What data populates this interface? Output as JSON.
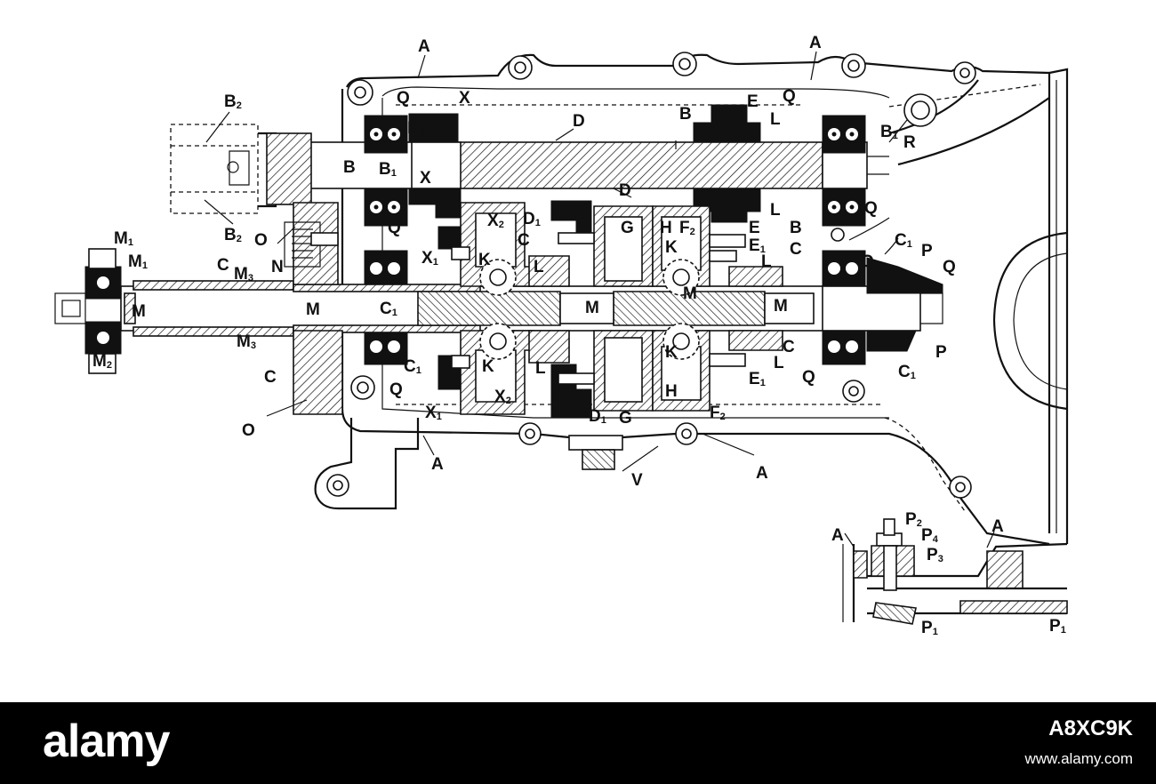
{
  "labels": [
    {
      "t": "A",
      "s": ""
    },
    {
      "t": "A",
      "s": ""
    },
    {
      "t": "A",
      "s": ""
    },
    {
      "t": "A",
      "s": ""
    },
    {
      "t": "A",
      "s": ""
    },
    {
      "t": "A",
      "s": ""
    },
    {
      "t": "B",
      "s": "2"
    },
    {
      "t": "B",
      "s": "2"
    },
    {
      "t": "B",
      "s": ""
    },
    {
      "t": "B",
      "s": "1"
    },
    {
      "t": "B",
      "s": "1"
    },
    {
      "t": "B",
      "s": ""
    },
    {
      "t": "B",
      "s": ""
    },
    {
      "t": "B",
      "s": "1"
    },
    {
      "t": "Q",
      "s": ""
    },
    {
      "t": "Q",
      "s": ""
    },
    {
      "t": "Q",
      "s": ""
    },
    {
      "t": "Q",
      "s": ""
    },
    {
      "t": "Q",
      "s": ""
    },
    {
      "t": "Q",
      "s": ""
    },
    {
      "t": "Q",
      "s": ""
    },
    {
      "t": "Q",
      "s": ""
    },
    {
      "t": "X",
      "s": ""
    },
    {
      "t": "X",
      "s": ""
    },
    {
      "t": "X",
      "s": "1"
    },
    {
      "t": "X",
      "s": "1"
    },
    {
      "t": "X",
      "s": "2"
    },
    {
      "t": "X",
      "s": "2"
    },
    {
      "t": "D",
      "s": ""
    },
    {
      "t": "D",
      "s": ""
    },
    {
      "t": "D",
      "s": "1"
    },
    {
      "t": "D",
      "s": "1"
    },
    {
      "t": "E",
      "s": ""
    },
    {
      "t": "E",
      "s": ""
    },
    {
      "t": "E",
      "s": "1"
    },
    {
      "t": "E",
      "s": "1"
    },
    {
      "t": "L",
      "s": ""
    },
    {
      "t": "L",
      "s": ""
    },
    {
      "t": "L",
      "s": ""
    },
    {
      "t": "L",
      "s": ""
    },
    {
      "t": "L",
      "s": ""
    },
    {
      "t": "L",
      "s": ""
    },
    {
      "t": "R",
      "s": ""
    },
    {
      "t": "C",
      "s": ""
    },
    {
      "t": "C",
      "s": ""
    },
    {
      "t": "C",
      "s": ""
    },
    {
      "t": "C",
      "s": ""
    },
    {
      "t": "C",
      "s": ""
    },
    {
      "t": "C",
      "s": "1"
    },
    {
      "t": "C",
      "s": "1"
    },
    {
      "t": "C",
      "s": "1"
    },
    {
      "t": "C",
      "s": "1"
    },
    {
      "t": "P",
      "s": ""
    },
    {
      "t": "P",
      "s": ""
    },
    {
      "t": "P",
      "s": "1"
    },
    {
      "t": "P",
      "s": "1"
    },
    {
      "t": "P",
      "s": "2"
    },
    {
      "t": "P",
      "s": "3"
    },
    {
      "t": "P",
      "s": "4"
    },
    {
      "t": "G",
      "s": ""
    },
    {
      "t": "G",
      "s": ""
    },
    {
      "t": "H",
      "s": ""
    },
    {
      "t": "H",
      "s": ""
    },
    {
      "t": "F",
      "s": "2"
    },
    {
      "t": "F",
      "s": "2"
    },
    {
      "t": "K",
      "s": ""
    },
    {
      "t": "K",
      "s": ""
    },
    {
      "t": "K",
      "s": ""
    },
    {
      "t": "K",
      "s": ""
    },
    {
      "t": "M",
      "s": "1"
    },
    {
      "t": "M",
      "s": "1"
    },
    {
      "t": "M",
      "s": ""
    },
    {
      "t": "M",
      "s": ""
    },
    {
      "t": "M",
      "s": ""
    },
    {
      "t": "M",
      "s": ""
    },
    {
      "t": "M",
      "s": ""
    },
    {
      "t": "M",
      "s": "2"
    },
    {
      "t": "M",
      "s": "3"
    },
    {
      "t": "M",
      "s": "3"
    },
    {
      "t": "O",
      "s": ""
    },
    {
      "t": "O",
      "s": ""
    },
    {
      "t": "N",
      "s": ""
    },
    {
      "t": "V",
      "s": ""
    }
  ],
  "footer": {
    "brand": "alamy",
    "image_id": "A8XC9K",
    "site": "www.alamy.com"
  }
}
